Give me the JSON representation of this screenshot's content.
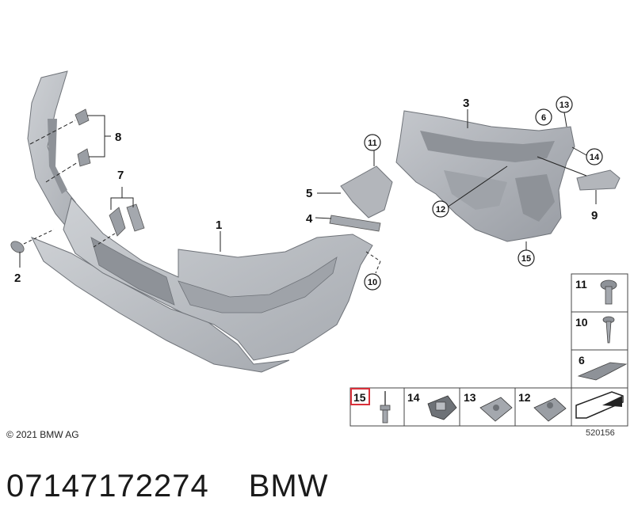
{
  "callouts": [
    {
      "num": "1",
      "circled": false
    },
    {
      "num": "2",
      "circled": false
    },
    {
      "num": "3",
      "circled": false
    },
    {
      "num": "4",
      "circled": false
    },
    {
      "num": "5",
      "circled": false
    },
    {
      "num": "6",
      "circled": true
    },
    {
      "num": "7",
      "circled": false
    },
    {
      "num": "8",
      "circled": false
    },
    {
      "num": "9",
      "circled": false
    },
    {
      "num": "10",
      "circled": true
    },
    {
      "num": "11",
      "circled": true
    },
    {
      "num": "12",
      "circled": true
    },
    {
      "num": "13",
      "circled": true
    },
    {
      "num": "14",
      "circled": true
    },
    {
      "num": "15",
      "circled": true
    }
  ],
  "parts_table": {
    "right_column": [
      "11",
      "10",
      "6"
    ],
    "bottom_row": [
      "15",
      "14",
      "13",
      "12"
    ],
    "highlighted": "15",
    "highlight_color": "#d9303a"
  },
  "copyright": "© 2021 BMW AG",
  "diagram_ref": "520156",
  "footer": {
    "part_number": "07147172274",
    "brand": "BMW"
  },
  "colors": {
    "part_fill": "#b9bcc1",
    "part_shade": "#9a9ea4",
    "line": "#222222"
  }
}
